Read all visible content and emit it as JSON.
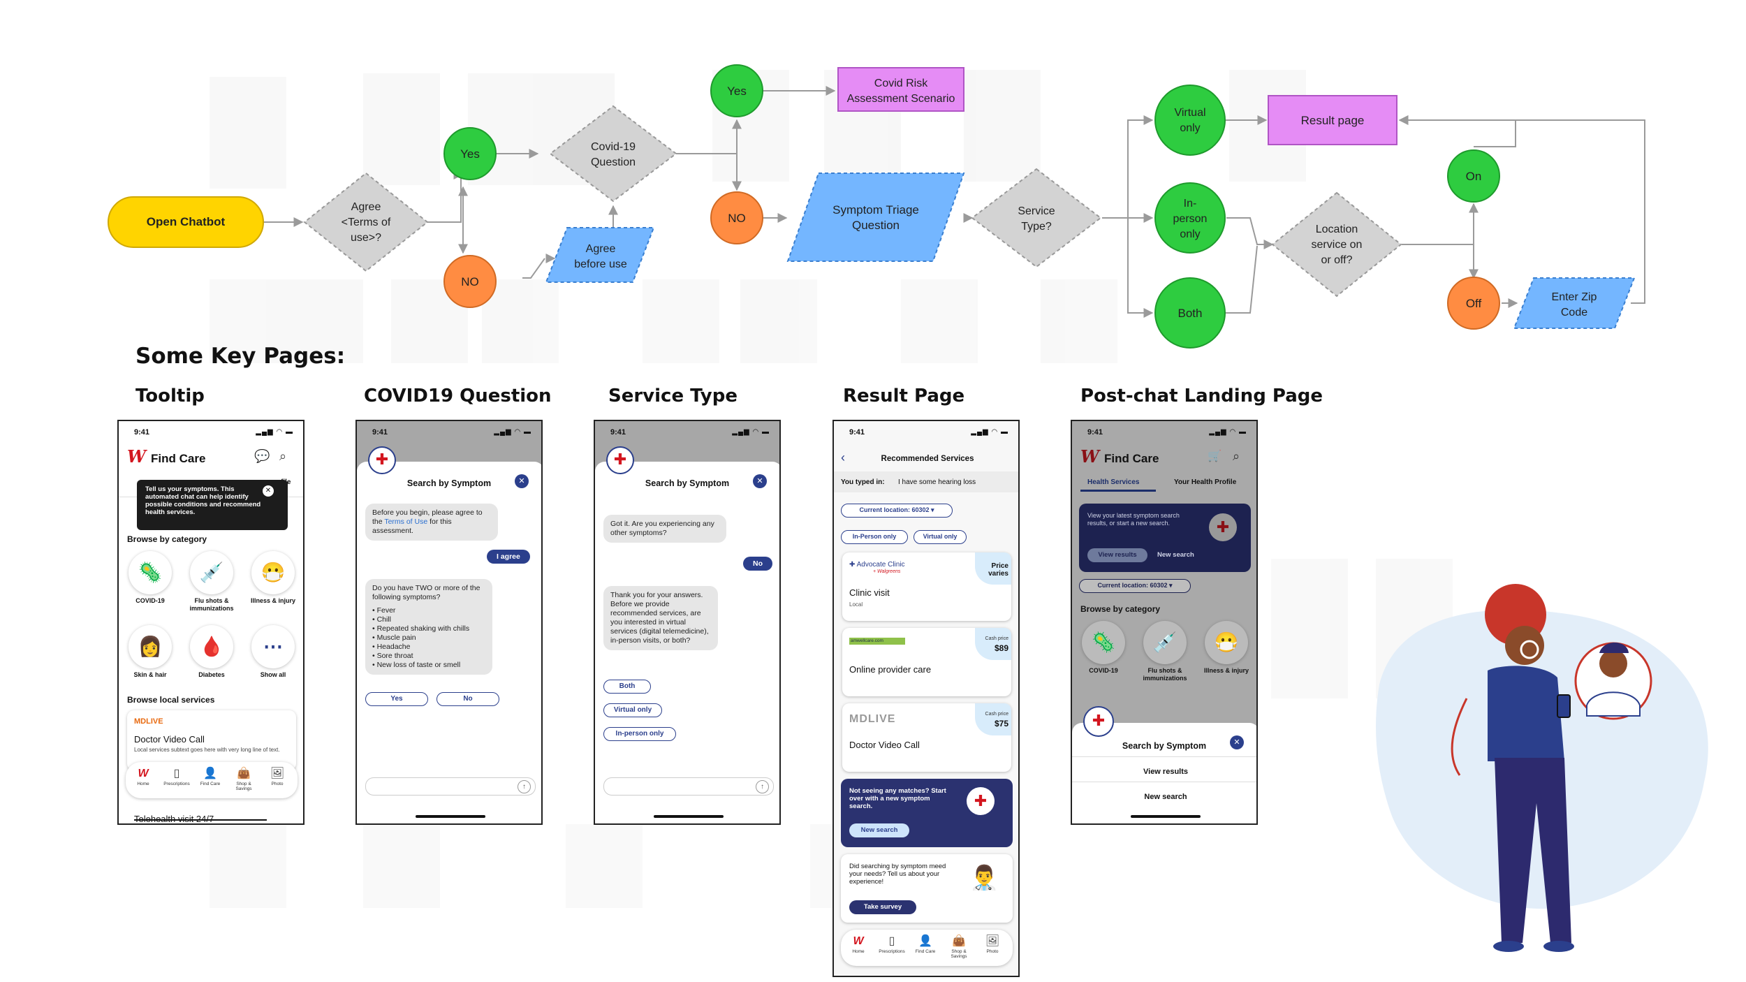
{
  "flowchart": {
    "nodes": {
      "open_chatbot": "Open Chatbot",
      "agree_terms": [
        "Agree",
        "<Terms of",
        "use>?"
      ],
      "yes_1": "Yes",
      "no_1": "NO",
      "agree_before_use": [
        "Agree",
        "before use"
      ],
      "covid_question": [
        "Covid-19",
        "Question"
      ],
      "yes_2": "Yes",
      "no_2": "NO",
      "covid_risk": [
        "Covid Risk",
        "Assessment Scenario"
      ],
      "symptom_triage": [
        "Symptom Triage",
        "Question"
      ],
      "service_type": [
        "Service",
        "Type?"
      ],
      "virtual_only": [
        "Virtual",
        "only"
      ],
      "in_person_only": [
        "In-",
        "person",
        "only"
      ],
      "both": "Both",
      "result_page": "Result page",
      "location_service": [
        "Location",
        "service on",
        "or off?"
      ],
      "on": "On",
      "off": "Off",
      "enter_zip": [
        "Enter Zip",
        "Code"
      ]
    },
    "colors": {
      "start": "#ffd400",
      "decision": "#d3d3d3",
      "yes": "#2ecc40",
      "no": "#ff8c42",
      "data": "#74b6ff",
      "process": "#e58cf5"
    }
  },
  "section": {
    "heading": "Some Key Pages:",
    "page_titles": {
      "tooltip": "Tooltip",
      "covid": "COVID19 Question",
      "service": "Service Type",
      "result": "Result Page",
      "postchat": "Post-chat Landing Page"
    }
  },
  "phones": {
    "status_time": "9:41",
    "status_icons": "▂▄▆ ◠ ▬",
    "tooltip": {
      "brand": "Find Care",
      "tooltip_text": "Tell us your symptoms. This automated chat can help identify possible conditions and recommend health services.",
      "tab_right": "rofile",
      "browse_category": "Browse by category",
      "categories": [
        {
          "label": "COVID-19",
          "icon": "virus-icon"
        },
        {
          "label": "Flu shots & immunizations",
          "icon": "syringe-icon"
        },
        {
          "label": "Illness & injury",
          "icon": "mask-icon"
        },
        {
          "label": "Skin & hair",
          "icon": "person-icon"
        },
        {
          "label": "Diabetes",
          "icon": "glucose-meter-icon"
        },
        {
          "label": "Show all",
          "icon": "more-icon"
        }
      ],
      "browse_local": "Browse local services",
      "mdlive": "MDLIVE",
      "card_title": "Doctor Video Call",
      "card_sub": "Local services subtext goes here with very long line of text.",
      "bottom_text": "Telehealth visit 24/7",
      "nav": [
        "Home",
        "Prescriptions",
        "Find Care",
        "Shop & Savings",
        "Photo"
      ]
    },
    "covid": {
      "modal_title": "Search by Symptom",
      "bubble1_pre": "Before you begin, please agree to the ",
      "bubble1_link": "Terms of Use",
      "bubble1_post": " for this assessment.",
      "agree": "I agree",
      "bubble2": "Do you have TWO or more of the following symptoms?",
      "symptoms": [
        "Fever",
        "Chill",
        "Repeated shaking with chills",
        "Muscle pain",
        "Headache",
        "Sore throat",
        "New loss of taste or smell"
      ],
      "yes": "Yes",
      "no": "No"
    },
    "service": {
      "modal_title": "Search by Symptom",
      "bubble1": "Got it. Are you experiencing any other symptoms?",
      "no": "No",
      "bubble2": "Thank you for your answers. Before we provide recommended services, are you interested in virtual services (digital telemedicine), in-person visits, or both?",
      "options": [
        "Both",
        "Virtual only",
        "In-person only"
      ]
    },
    "result": {
      "header": "Recommended Services",
      "typed_label": "You typed in:",
      "typed_value": "I have some hearing loss",
      "location": "Current location: 60302",
      "filters": [
        "In-Person only",
        "Virtual only"
      ],
      "cards": [
        {
          "logo": "Advocate Clinic",
          "logo_sub": "+ Walgreens",
          "price_label": "",
          "price": "Price varies",
          "title": "Clinic visit",
          "sub": "Local"
        },
        {
          "logo": "amwellcare.com",
          "logo_sub": "",
          "price_label": "Cash price",
          "price": "$89",
          "title": "Online provider care",
          "sub": ""
        },
        {
          "logo": "MDLIVE",
          "logo_sub": "",
          "price_label": "Cash price",
          "price": "$75",
          "title": "Doctor Video Call",
          "sub": ""
        }
      ],
      "promo_text": "Not seeing any matches? Start over with a new symptom search.",
      "promo_btn": "New search",
      "survey_text": "Did searching by symptom meed your needs? Tell us about your experience!",
      "survey_btn": "Take survey",
      "nav": [
        "Home",
        "Prescriptions",
        "Find Care",
        "Shop & Savings",
        "Photo"
      ]
    },
    "postchat": {
      "brand": "Find Care",
      "tabs": [
        "Health Services",
        "Your Health Profile"
      ],
      "dark_text": "View your latest symptom search results, or start a new search.",
      "view_results_btn": "View results",
      "new_search_link": "New search",
      "location": "Current location: 60302",
      "browse_category": "Browse by category",
      "categories": [
        "COVID-19",
        "Flu shots & immunizations",
        "Illness & injury"
      ],
      "sheet_title": "Search by Symptom",
      "sheet_items": [
        "View results",
        "New search"
      ]
    }
  }
}
